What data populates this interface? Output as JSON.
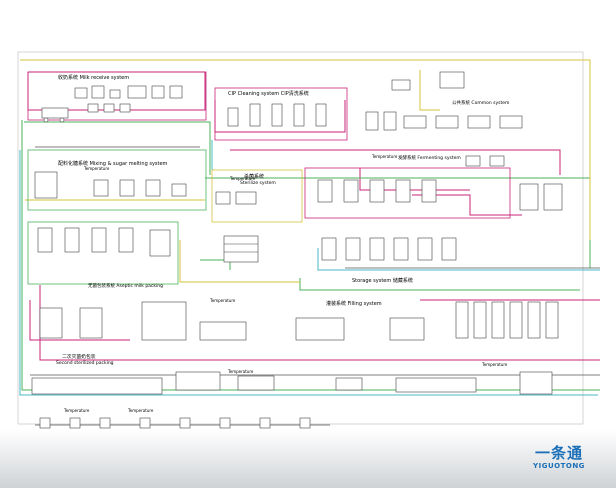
{
  "colors": {
    "magenta": "#c8247a",
    "green": "#4bb35b",
    "yellow": "#d6c33a",
    "cyan": "#48b8c8",
    "black": "#333333",
    "red": "#d22"
  },
  "sections": {
    "milk_receive": "收奶系统 Milk receive system",
    "cip": "CIP Cleaning system  CIP清洗系统",
    "utilities": "公共系统 Common system",
    "mixing": "配料化糖系统  Mixing & sugar melting system",
    "sterilize": "Sterilize system",
    "sterilize_cn": "杀菌系统",
    "fermenting": "发酵系统 Fermenting system",
    "aseptic": "无菌包装系统 Aseptic milk packing",
    "storage": "Storage system  储藏系统",
    "filling": "灌装系统\nFilling system",
    "second_sterilize": "二次灭菌包装\nSecond sterilized packing",
    "temperature": "Temperature"
  },
  "logo": {
    "cn": "一条通",
    "en": "YIGUOTONG"
  }
}
